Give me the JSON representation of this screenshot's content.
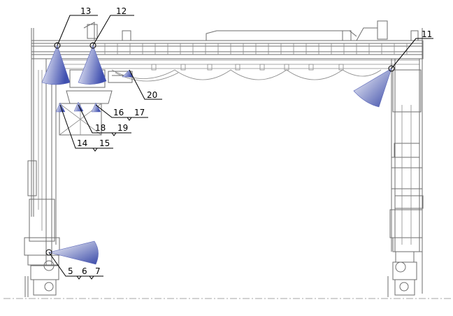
{
  "labels": {
    "l13": "13",
    "l12": "12",
    "l11": "11",
    "l20": "20",
    "l16": "16",
    "l17": "17",
    "l18": "18",
    "l19": "19",
    "l14": "14",
    "l15": "15",
    "l5": "5",
    "l6": "6",
    "l7": "7"
  },
  "colors": {
    "cone_light": "#ffffff",
    "cone_dark": "#3a4aa8",
    "structure": "#6e6e6e",
    "leader": "#000000"
  }
}
